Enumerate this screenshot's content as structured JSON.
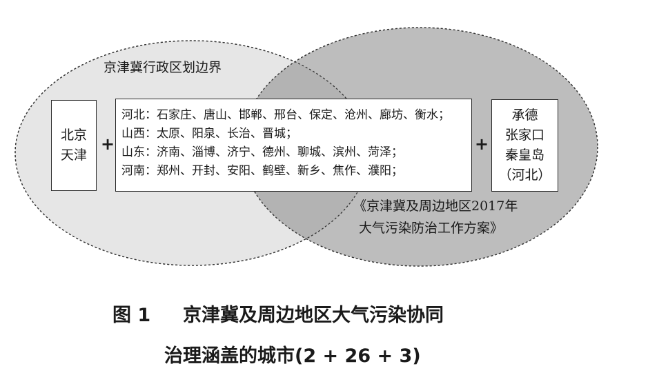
{
  "colors": {
    "left_ellipse_fill": "#e6e6e6",
    "right_ellipse_fill": "#bdbdbd",
    "overlap_fill": "#b3b3b3",
    "border": "#2a2a2a"
  },
  "left_ellipse": {
    "label": "京津冀行政区划边界"
  },
  "right_ellipse": {
    "label_line1": "《京津冀及周边地区2017年",
    "label_line2": "大气污染防治工作方案》"
  },
  "box_left": {
    "line1": "北京",
    "line2": "天津"
  },
  "plus_sign": "+",
  "box_center": {
    "lines": [
      "河北：石家庄、唐山、邯郸、邢台、保定、沧州、廊坊、衡水；",
      "山西：太原、阳泉、长治、晋城；",
      "山东：济南、淄博、济宁、德州、聊城、滨州、菏泽；",
      "河南：郑州、开封、安阳、鹤壁、新乡、焦作、濮阳；"
    ]
  },
  "box_right": {
    "line1": "承德",
    "line2": "张家口",
    "line3": "秦皇岛",
    "line4": "（河北）"
  },
  "caption": {
    "figure_no": "图 1",
    "title_line1": "京津冀及周边地区大气污染协同",
    "title_line2": "治理涵盖的城市(2 + 26 + 3)"
  }
}
